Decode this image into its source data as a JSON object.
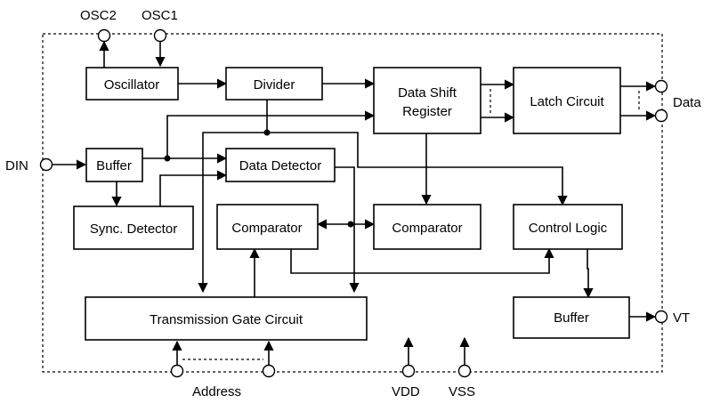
{
  "blocks": {
    "oscillator": "Oscillator",
    "divider": "Divider",
    "shift_register_line1": "Data  Shift",
    "shift_register_line2": "Register",
    "latch": "Latch Circuit",
    "buffer_in": "Buffer",
    "data_detector": "Data Detector",
    "sync_detector": "Sync. Detector",
    "comparator_left": "Comparator",
    "comparator_right": "Comparator",
    "control_logic": "Control Logic",
    "transmission_gate": "Transmission Gate Circuit",
    "buffer_out": "Buffer"
  },
  "pins": {
    "osc2": "OSC2",
    "osc1": "OSC1",
    "data": "Data",
    "din": "DIN",
    "vt": "VT",
    "address": "Address",
    "vdd": "VDD",
    "vss": "VSS"
  }
}
